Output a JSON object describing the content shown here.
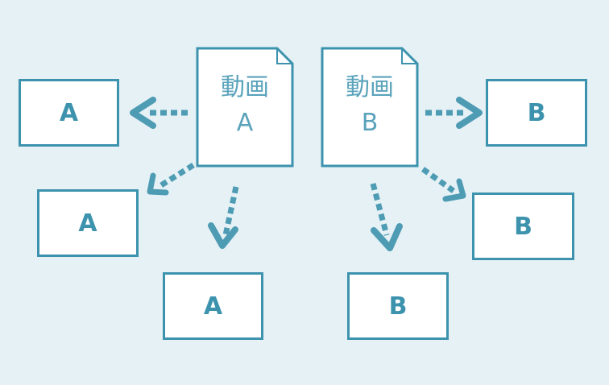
{
  "colors": {
    "background": "#e5f1f5",
    "stroke": "#3d93ae",
    "fill": "#ffffff",
    "doc_text": "#5aa3bb"
  },
  "doc_a": {
    "line1": "動画",
    "line2": "A"
  },
  "doc_b": {
    "line1": "動画",
    "line2": "B"
  },
  "copy_a": "A",
  "copy_b": "B"
}
